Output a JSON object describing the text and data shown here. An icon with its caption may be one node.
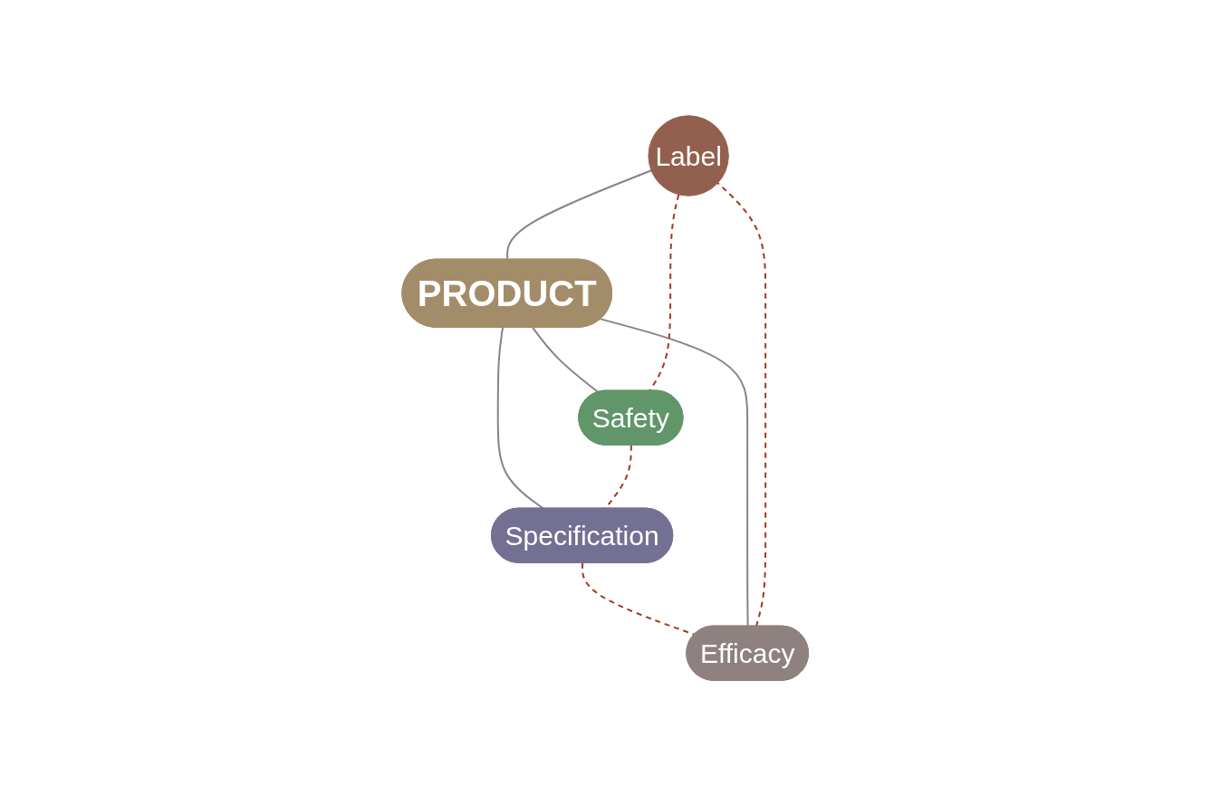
{
  "diagram": {
    "nodes": [
      {
        "text": [
          "Label"
        ]
      },
      {
        "text": [
          "Efficacy"
        ]
      },
      {
        "text": [
          "PRODUCT"
        ]
      },
      {
        "text": [
          "Safety"
        ]
      },
      {
        "text": [
          "Specification"
        ]
      }
    ],
    "edges": [
      {
        "from": 0,
        "to": 2,
        "arrow": "none"
      },
      {
        "from": 1,
        "to": 2,
        "arrow": "none"
      },
      {
        "from": 2,
        "to": 3,
        "arrow": "none"
      },
      {
        "from": 2,
        "to": 4,
        "arrow": "none"
      },
      {
        "from": 0,
        "to": 3,
        "arrow": "none",
        "style": "dashed",
        "color": "#a33a1e"
      },
      {
        "from": 3,
        "to": 4,
        "arrow": "none",
        "style": "dashed",
        "color": "#a33a1e"
      },
      {
        "from": 4,
        "to": 1,
        "arrow": "none",
        "style": "dashed",
        "color": "#a33a1e"
      },
      {
        "from": 1,
        "to": 0,
        "arrow": "none",
        "style": "dashed",
        "color": "#a33a1e"
      }
    ]
  }
}
